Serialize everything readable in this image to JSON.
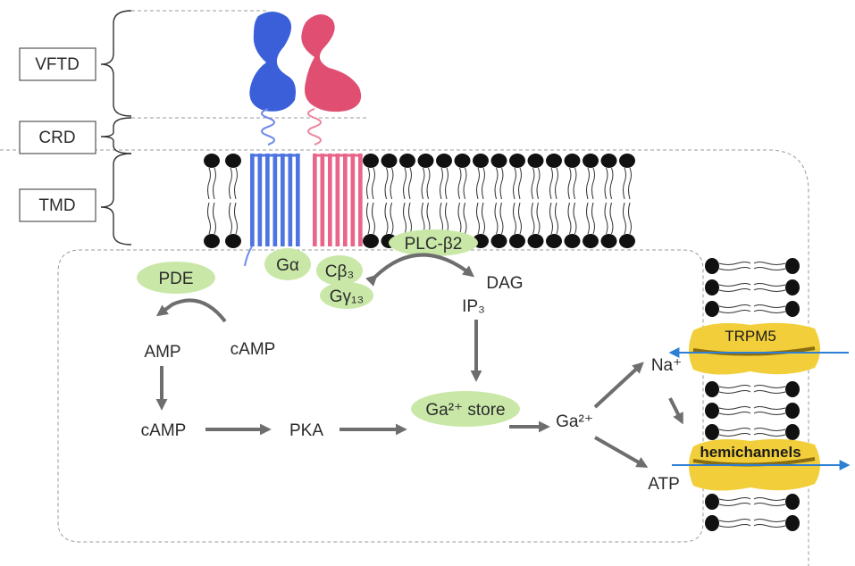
{
  "regions": {
    "vftd": "VFTD",
    "crd": "CRD",
    "tmd": "TMD"
  },
  "proteins": {
    "pde": "PDE",
    "g_alpha": "Gα",
    "c_beta": "Cβ₃",
    "g_gamma": "Gγ₁₃",
    "plc": "PLC-β2",
    "ca_store": "Ga²⁺ store"
  },
  "molecules": {
    "amp": "AMP",
    "camp_top": "cAMP",
    "camp_bottom": "cAMP",
    "pka": "PKA",
    "dag": "DAG",
    "ip3": "IP₃",
    "ca": "Ga²⁺",
    "na": "Na⁺",
    "atp": "ATP"
  },
  "channels": {
    "trpm5": "TRPM5",
    "hemichannels": "hemichannels"
  },
  "colors": {
    "receptor_blue": "#3a5fd9",
    "receptor_pink": "#e04f72",
    "protein_green": "#c9e8a8",
    "channel_yellow": "#f2cf3a",
    "channel_arrow": "#2c7fd4",
    "pathway_arrow": "#6e6e6e"
  }
}
